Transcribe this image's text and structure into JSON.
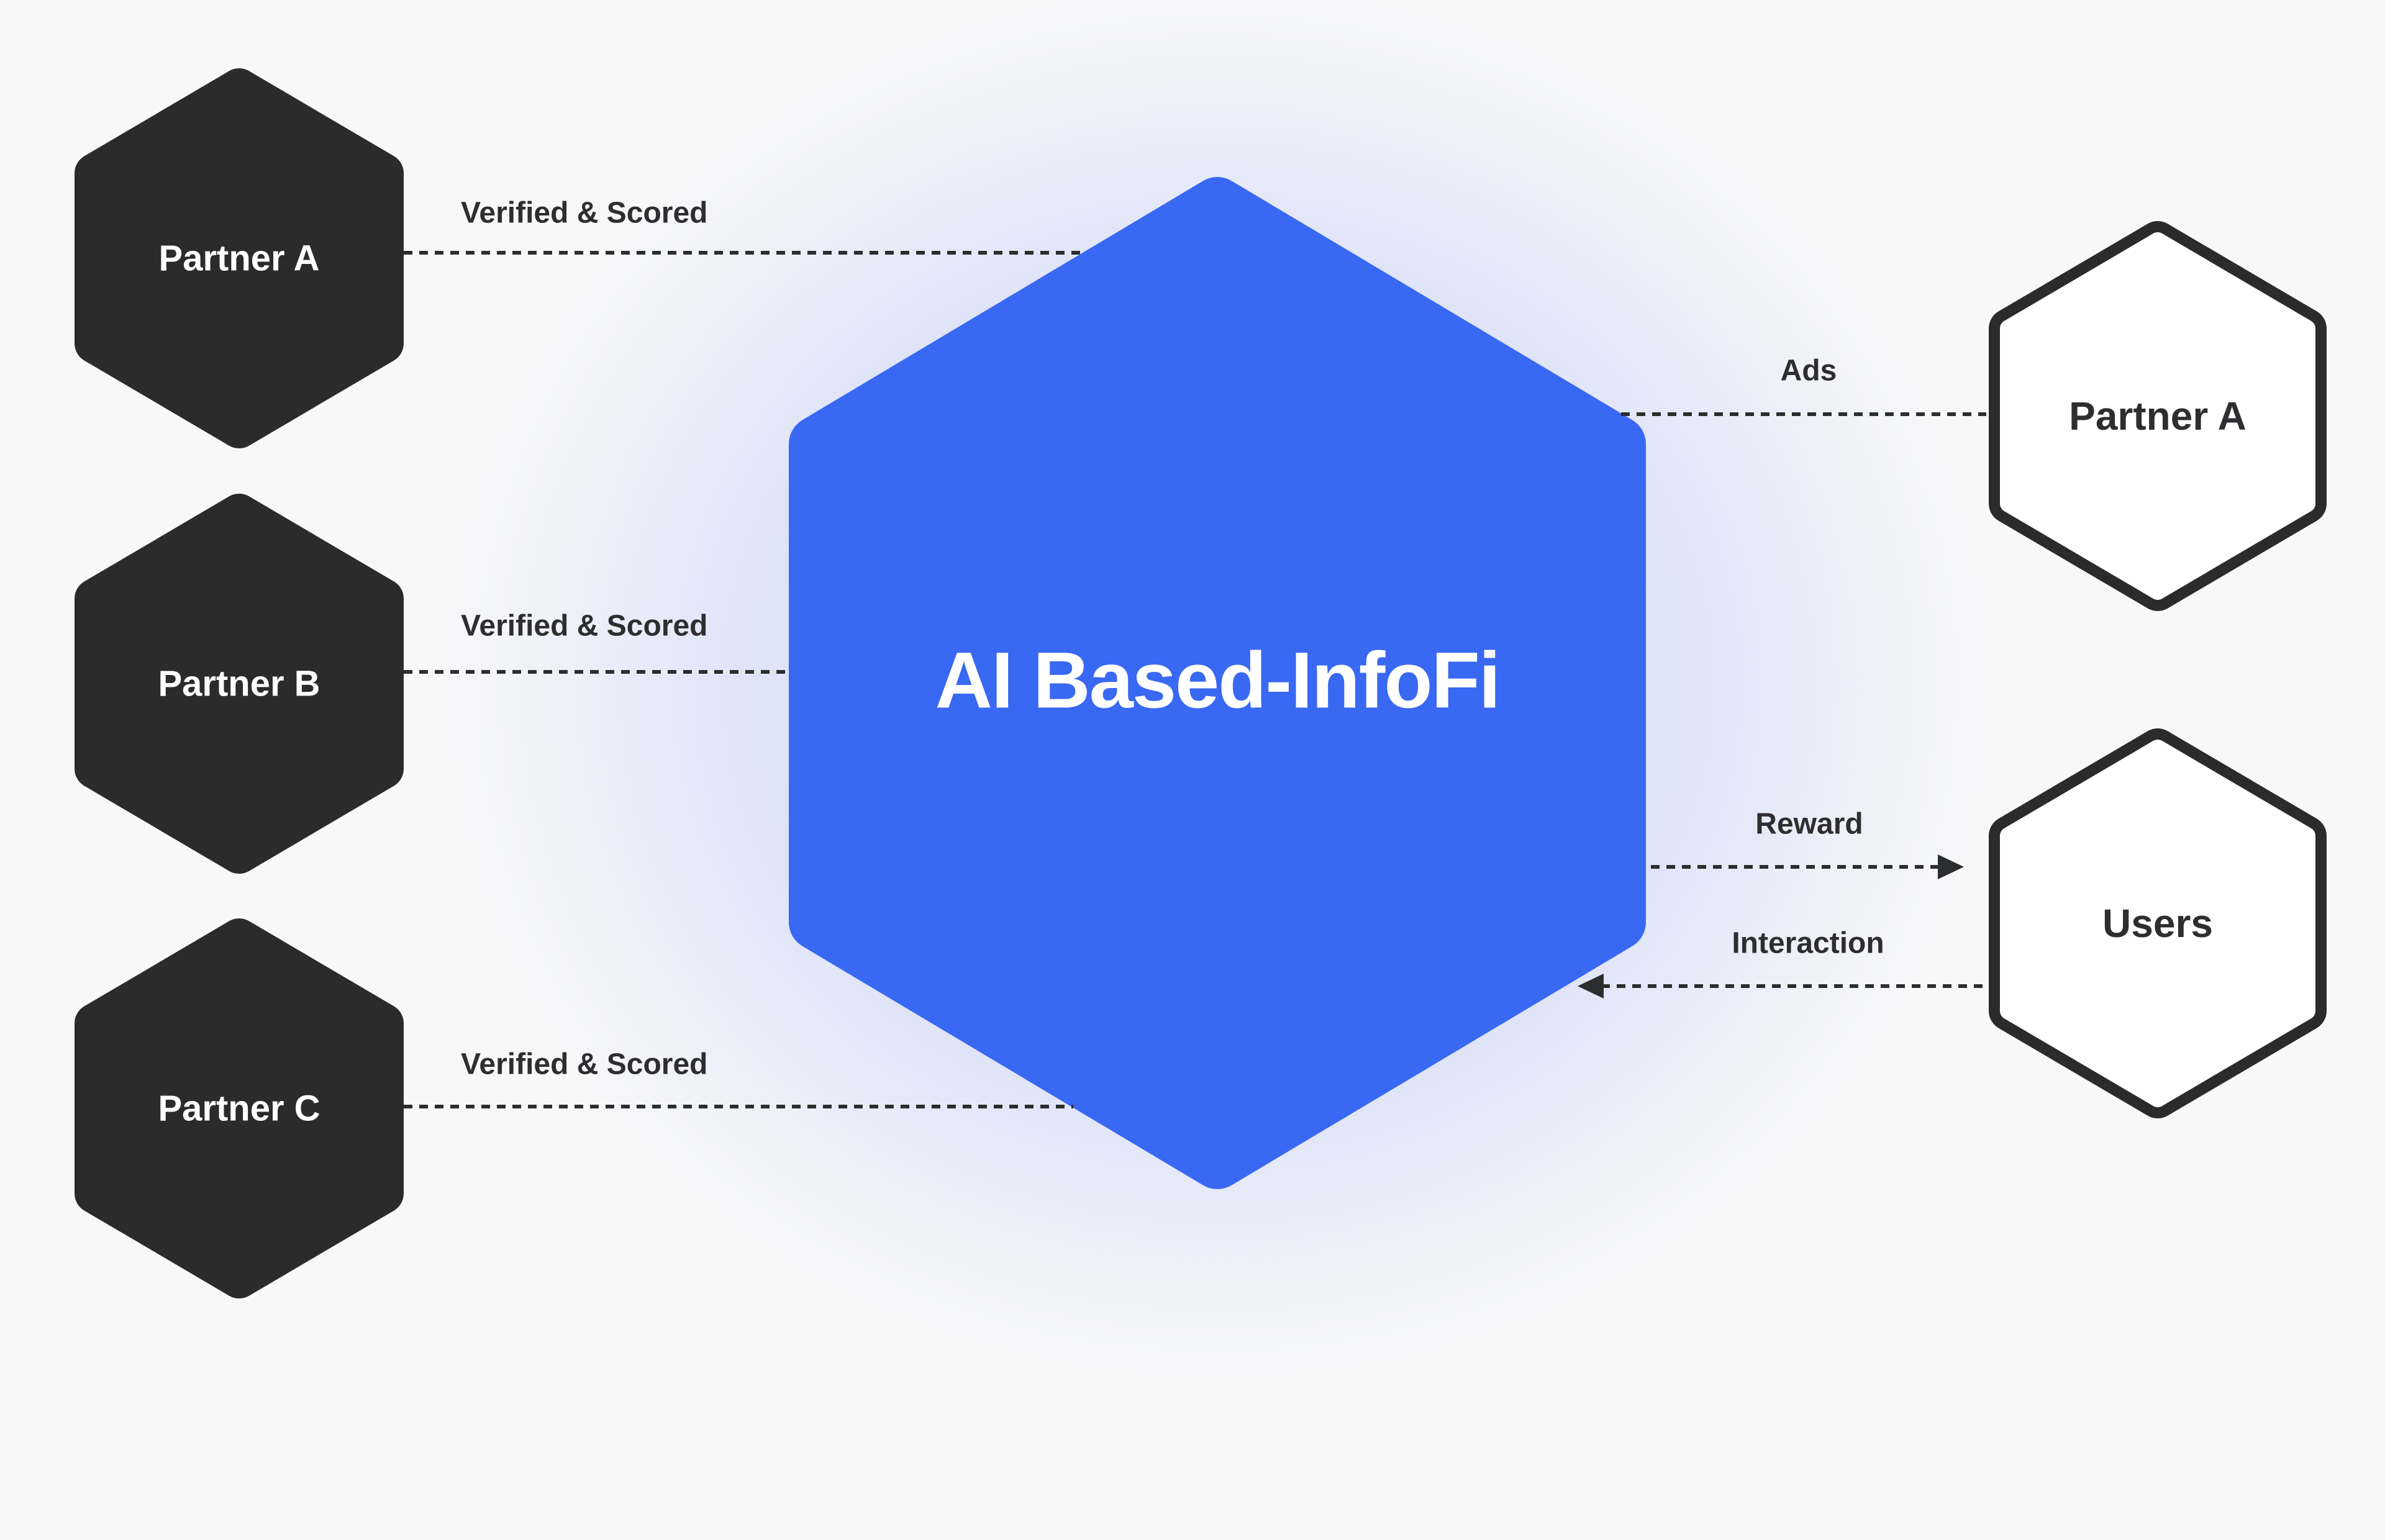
{
  "title": "AI Based-InfoFi",
  "colors": {
    "background": "#F8F8F9",
    "accent-blue": "#3968F3",
    "node-dark": "#2B2B2B",
    "node-light": "#FFFFFF",
    "text-light": "#FFFFFF",
    "text-dark": "#2E2E30",
    "line": "#2B2D2E"
  },
  "center_node": {
    "label": "AI Based-InfoFi"
  },
  "left_nodes": [
    {
      "label": "Partner A"
    },
    {
      "label": "Partner B"
    },
    {
      "label": "Partner C"
    }
  ],
  "right_nodes": [
    {
      "label": "Partner A"
    },
    {
      "label": "Users"
    }
  ],
  "connections": [
    {
      "from": "Partner A (left)",
      "to": "AI Based-InfoFi",
      "label": "Verified & Scored",
      "arrowhead": "none"
    },
    {
      "from": "Partner B (left)",
      "to": "AI Based-InfoFi",
      "label": "Verified & Scored",
      "arrowhead": "none"
    },
    {
      "from": "Partner C (left)",
      "to": "AI Based-InfoFi",
      "label": "Verified & Scored",
      "arrowhead": "none"
    },
    {
      "from": "AI Based-InfoFi",
      "to": "Partner A (right)",
      "label": "Ads",
      "arrowhead": "none"
    },
    {
      "from": "AI Based-InfoFi",
      "to": "Users",
      "label": "Reward",
      "arrowhead": "points-right"
    },
    {
      "from": "Users",
      "to": "AI Based-InfoFi",
      "label": "Interaction",
      "arrowhead": "points-left"
    }
  ]
}
